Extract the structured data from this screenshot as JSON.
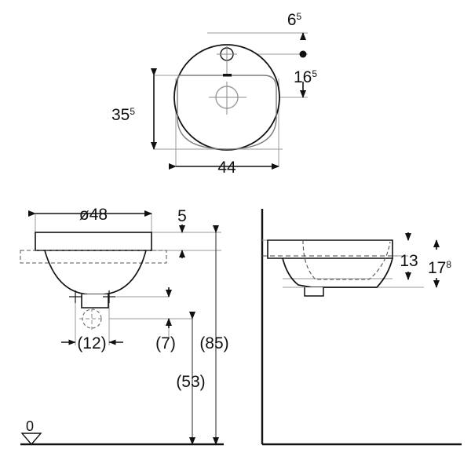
{
  "drawing": {
    "title": "Washbasin technical drawing",
    "units": "cm",
    "views": [
      {
        "name": "top-view",
        "label": ""
      },
      {
        "name": "front-view",
        "label": ""
      },
      {
        "name": "side-view",
        "label": ""
      }
    ]
  },
  "dimensions": {
    "top_view": {
      "tap_hole_offset": {
        "value": "6",
        "sup": "5",
        "name": "tap-hole-from-rear-edge"
      },
      "drain_center": {
        "value": "16",
        "sup": "5",
        "name": "drain-center-from-rear-edge"
      },
      "depth": {
        "value": "35",
        "sup": "5",
        "name": "bowl-depth"
      },
      "width": {
        "value": "44",
        "sup": "",
        "name": "bowl-width"
      }
    },
    "front_view": {
      "diameter": {
        "value": "ø48",
        "sup": "",
        "name": "outer-diameter"
      },
      "rim_thickness": {
        "value": "5",
        "sup": "",
        "name": "rim-thickness"
      },
      "bolt_spacing": {
        "value": "(12)",
        "sup": "",
        "name": "fixing-hole-spacing"
      },
      "bolt_height": {
        "value": "(7)",
        "sup": "",
        "name": "fixing-hole-height"
      },
      "drain_height": {
        "value": "(53)",
        "sup": "",
        "name": "drain-height-from-floor"
      },
      "rim_height": {
        "value": "(85)",
        "sup": "",
        "name": "rim-height-from-floor"
      },
      "floor_ref": {
        "value": "0",
        "sup": "",
        "name": "floor-datum"
      }
    },
    "side_view": {
      "bowl_depth_inner": {
        "value": "13",
        "sup": "",
        "name": "inner-bowl-depth"
      },
      "overall_depth": {
        "value": "17",
        "sup": "8",
        "name": "overall-bowl-depth"
      }
    }
  }
}
